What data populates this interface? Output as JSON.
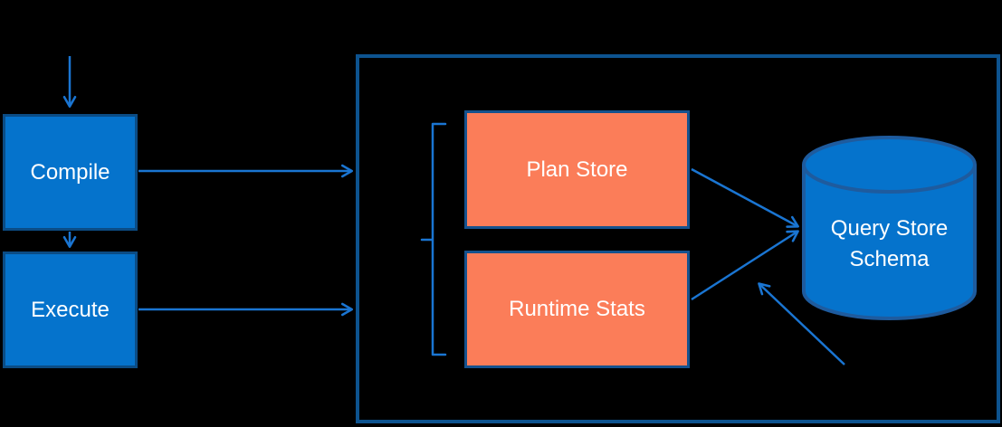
{
  "diagram": {
    "title": "Query Store architecture diagram",
    "background_color": "#000000",
    "colors": {
      "process_fill_blue": "#0573cc",
      "process_border_blue": "#0b4c85",
      "store_fill_orange": "#fb7d59",
      "store_border_blue": "#15528e",
      "container_border_blue": "#0d538f",
      "arrow_blue": "#1a75d2",
      "cylinder_fill_blue": "#0573cc",
      "cylinder_border_blue": "#1e5b9e",
      "label_text": "#ffffff"
    },
    "nodes": {
      "compile": {
        "label": "Compile"
      },
      "execute": {
        "label": "Execute"
      },
      "plan_store": {
        "label": "Plan Store"
      },
      "runtime_stats": {
        "label": "Runtime Stats"
      },
      "query_store_schema": {
        "label": "Query Store Schema",
        "line1": "Query Store",
        "line2": "Schema"
      }
    },
    "connections": [
      {
        "from": "external-top",
        "to": "compile",
        "style": "arrow"
      },
      {
        "from": "compile",
        "to": "execute",
        "style": "arrow"
      },
      {
        "from": "compile",
        "to": "query-store-container",
        "style": "arrow"
      },
      {
        "from": "execute",
        "to": "query-store-container",
        "style": "arrow"
      },
      {
        "from": "plan_store",
        "to": "query_store_schema",
        "style": "arrow"
      },
      {
        "from": "runtime_stats",
        "to": "query_store_schema",
        "style": "arrow"
      },
      {
        "from": "external-bottom-right",
        "to": "query_store_schema",
        "style": "arrow"
      }
    ],
    "annotations": {
      "bracket": "square left brace grouping Plan Store and Runtime Stats"
    }
  }
}
